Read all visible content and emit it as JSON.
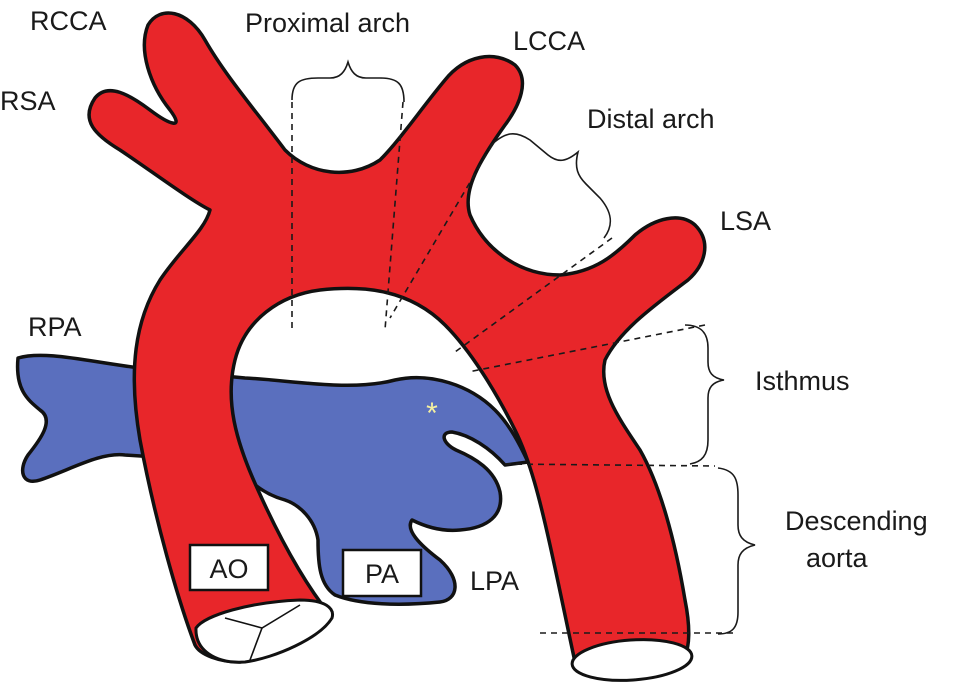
{
  "labels": {
    "rcca": "RCCA",
    "rsa": "RSA",
    "proximal_arch": "Proximal arch",
    "lcca": "LCCA",
    "distal_arch": "Distal arch",
    "lsa": "LSA",
    "rpa": "RPA",
    "isthmus": "Isthmus",
    "descending_1": "Descending",
    "descending_2": "aorta",
    "ao": "AO",
    "pa": "PA",
    "lpa": "LPA",
    "asterisk": "*"
  },
  "colors": {
    "aorta": "#e8262a",
    "pulmonary": "#5a6fbe",
    "outline": "#111111",
    "asterisk": "#f5f0a0"
  }
}
